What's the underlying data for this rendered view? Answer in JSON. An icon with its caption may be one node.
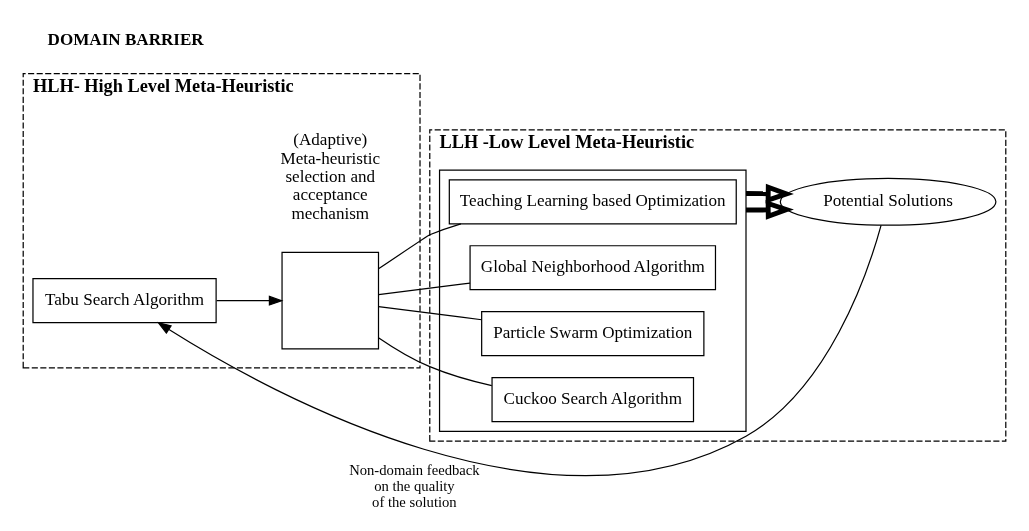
{
  "diagram": {
    "nodes": [
      {
        "text": [
          "HLH- High Level Meta-Heuristic"
        ]
      },
      {
        "text": [
          "Tabu Search Algorithm"
        ],
        "in": 0
      },
      {
        "text": [],
        "shape": "box",
        "in": 0,
        "beside": [
          "(Adaptive) Meta-heuristic selection and acceptance mechanism"
        ]
      },
      {
        "text": [
          "LLH -Low Level Meta-Heuristic"
        ]
      },
      {
        "text": [],
        "shape": "box",
        "in": 3
      },
      {
        "text": [
          "Teaching Learning based Optimization"
        ],
        "in": 4
      },
      {
        "text": [
          "Global Neighborhood Algorithm"
        ],
        "in": 4
      },
      {
        "text": [
          "Particle Swarm Optimization"
        ],
        "in": 4
      },
      {
        "text": [
          "Cuckoo Search Algorithm"
        ],
        "in": 4
      },
      {
        "text": [
          "Potential Solutions"
        ],
        "in": 3
      }
    ],
    "edges": [
      {
        "from": 1,
        "to": 2,
        "arrow": "to"
      },
      {
        "from": 2,
        "to": 5,
        "arrow": "none"
      },
      {
        "from": 2,
        "to": 6,
        "arrow": "none"
      },
      {
        "from": 2,
        "to": 7,
        "arrow": "none"
      },
      {
        "from": 2,
        "to": 8,
        "arrow": "none"
      },
      {
        "from": 4,
        "to": 9,
        "arrow": "to",
        "style": "thick"
      },
      {
        "from": 4,
        "to": 9,
        "arrow": "to",
        "style": "thick"
      },
      {
        "from": 9,
        "to": 1,
        "arrow": "to",
        "label": "Non-domain feedback on the quality of the solution"
      }
    ],
    "labels": [
      "DOMAIN BARRIER"
    ]
  }
}
